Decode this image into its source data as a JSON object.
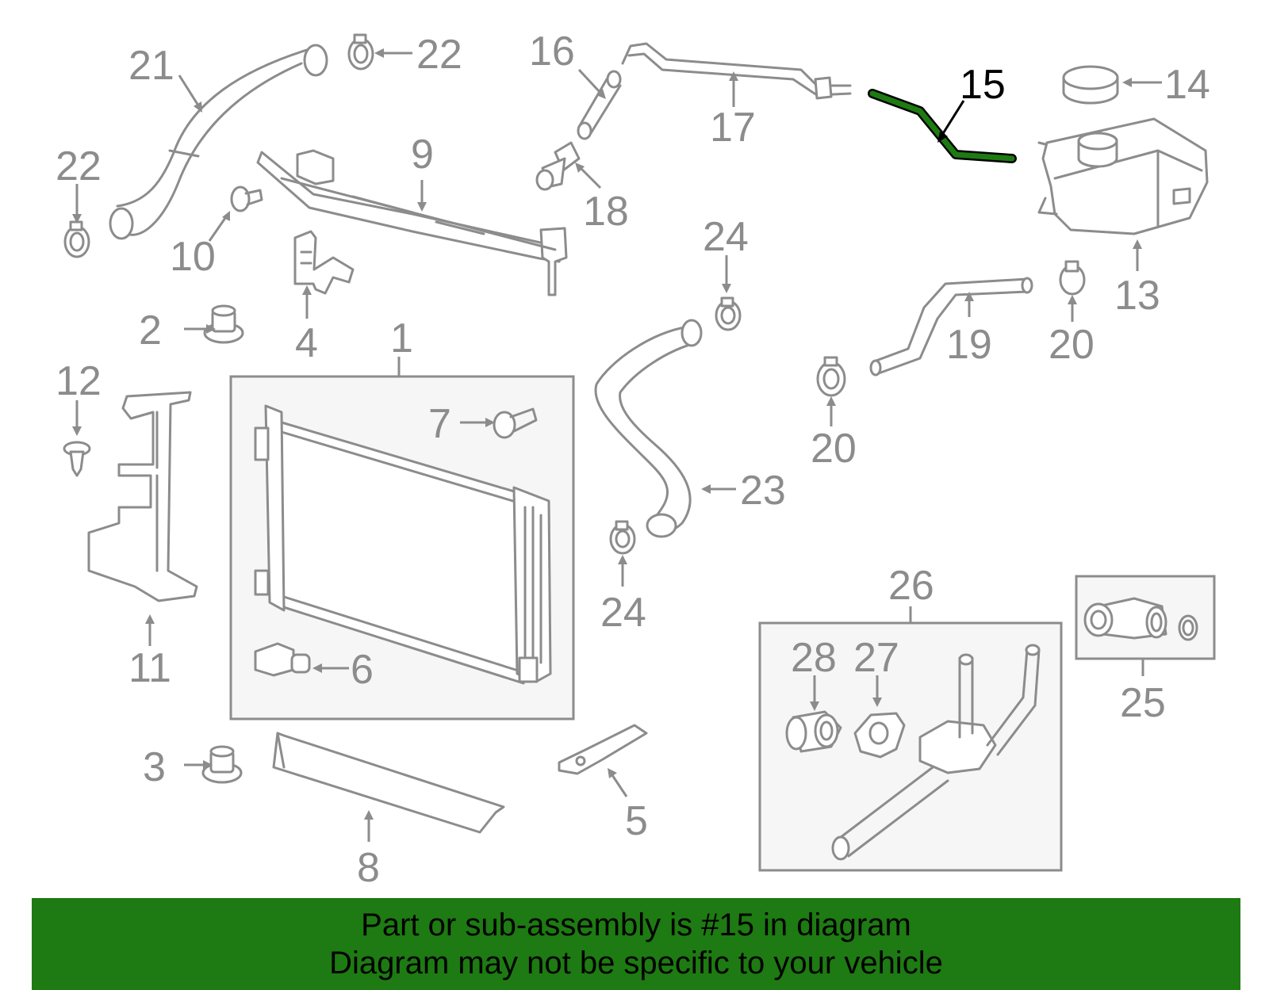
{
  "colors": {
    "highlight": "#1e7a12",
    "lines": "#8c8c8c",
    "banner": "#1e7a12"
  },
  "highlighted_part": "15",
  "callouts": {
    "c1": "1",
    "c2": "2",
    "c3": "3",
    "c4": "4",
    "c5": "5",
    "c6": "6",
    "c7": "7",
    "c8": "8",
    "c9": "9",
    "c10": "10",
    "c11": "11",
    "c12": "12",
    "c13": "13",
    "c14": "14",
    "c15": "15",
    "c16": "16",
    "c17": "17",
    "c18": "18",
    "c19": "19",
    "c20a": "20",
    "c20b": "20",
    "c21": "21",
    "c22a": "22",
    "c22b": "22",
    "c23": "23",
    "c24a": "24",
    "c24b": "24",
    "c25": "25",
    "c26": "26",
    "c27": "27",
    "c28": "28"
  },
  "banner": {
    "line1": "Part or sub-assembly is #15 in diagram",
    "line2": "Diagram may not be specific to your vehicle"
  }
}
